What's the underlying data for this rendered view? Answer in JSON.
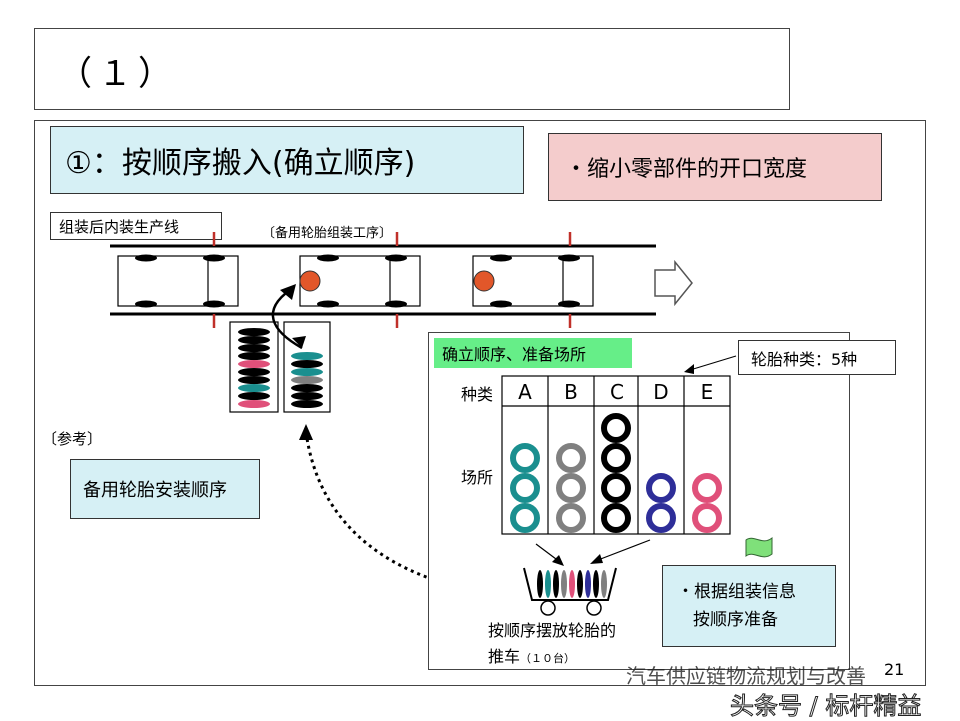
{
  "slide": {
    "heading": "（１）",
    "title": "①：按顺序搬入(确立顺序)",
    "note": "・缩小零部件的开口宽度",
    "line_label": "组装后内装生产线",
    "spare_label": "〔备用轮胎组装工序〕",
    "ref_label": "〔参考〕",
    "ref_box": "备用轮胎安装顺序",
    "prep_label": "确立顺序、准备场所",
    "types_label": "轮胎种类：5种",
    "row_type": "种类",
    "row_place": "场所",
    "columns": [
      "A",
      "B",
      "C",
      "D",
      "E"
    ],
    "info_line1": "・根据组装信息",
    "info_line2": "按顺序准备",
    "cart_line1": "按顺序摆放轮胎的",
    "cart_line2": "推车",
    "cart_count": "（１０台）",
    "page_number": "21",
    "watermark1": "汽车供应链物流规划与改善",
    "watermark2": "头条号 / 标杆精益"
  },
  "colors": {
    "cyan": "#d6f0f5",
    "pink": "#f4cccc",
    "green": "#66ee88",
    "tire_teal": "#1a8f8f",
    "tire_gray": "#808080",
    "tire_black": "#000000",
    "tire_navy": "#2e2e99",
    "tire_pink": "#e0507a",
    "orange_dot": "#e2572a"
  }
}
